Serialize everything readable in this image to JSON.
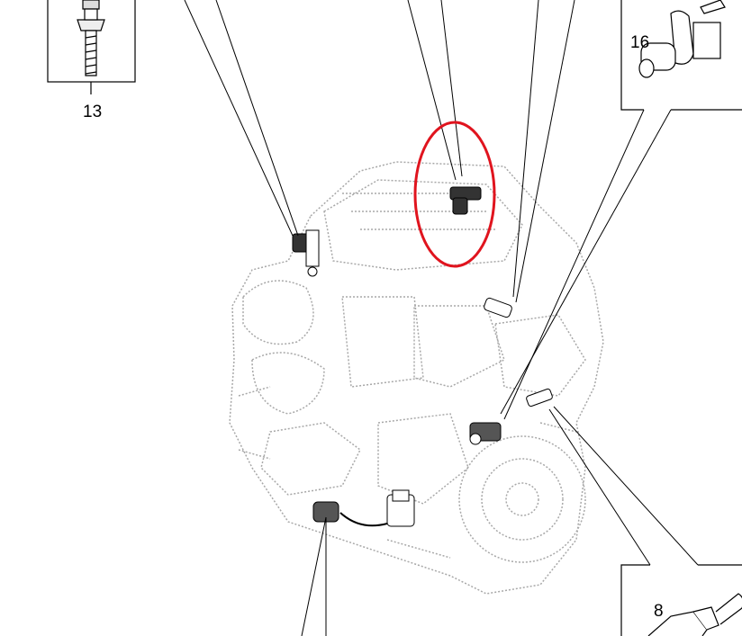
{
  "callouts": [
    {
      "number": "13",
      "part": "stud"
    },
    {
      "number": "16",
      "part": "sensor"
    },
    {
      "number": "8",
      "part": "temperature-sender"
    }
  ],
  "highlight_color": "#e0141e",
  "line_color": "#000000",
  "engine_color": "#9a9a9a"
}
